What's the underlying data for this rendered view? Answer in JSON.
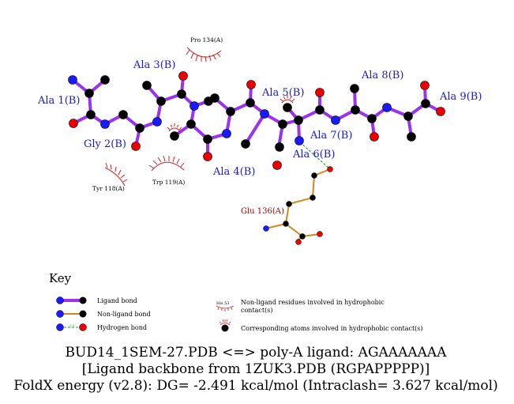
{
  "residues": {
    "ala1": "Ala 1(B)",
    "gly2": "Gly 2(B)",
    "ala3": "Ala 3(B)",
    "ala4": "Ala 4(B)",
    "ala5": "Ala 5(B)",
    "ala6": "Ala 6(B)",
    "ala7": "Ala 7(B)",
    "ala8": "Ala 8(B)",
    "ala9": "Ala 9(B)",
    "glu136": "Glu 136(A)"
  },
  "hydrophobic_contacts": {
    "pro134": "Pro 134(A)",
    "trp119": "Trp 119(A)",
    "tyr118": "Tyr 118(A)"
  },
  "key": {
    "title": "Key",
    "ligand_bond": "Ligand bond",
    "nonligand_bond": "Non-ligand bond",
    "hydrogen_bond": "Hydrogen bond",
    "hbond_distance": "3.0",
    "nonligand_residues": "Non-ligand residues involved in hydrophobic contact(s)",
    "example_residue": "His 53",
    "corresponding_atoms": "Corresponding atoms involved in hydrophobic contact(s)"
  },
  "caption": {
    "line1": "BUD14_1SEM-27.PDB <=> poly-A ligand: AGAAAAAAA",
    "line2": "[Ligand backbone from 1ZUK3.PDB (RGPAPPPPP)]",
    "line3": "FoldX energy (v2.8): DG= -2.491 kcal/mol (Intraclash= 3.627 kcal/mol)"
  },
  "colors": {
    "ligand_bond": "#9933ee",
    "nonligand_bond": "#cc8822",
    "hbond": "#22aa22",
    "carbon": "#000000",
    "nitrogen": "#1a1aff",
    "oxygen": "#ee0000",
    "residue_label": "#1a1acc",
    "contact_label": "#aa0000",
    "contact_arc": "#cc2222"
  }
}
